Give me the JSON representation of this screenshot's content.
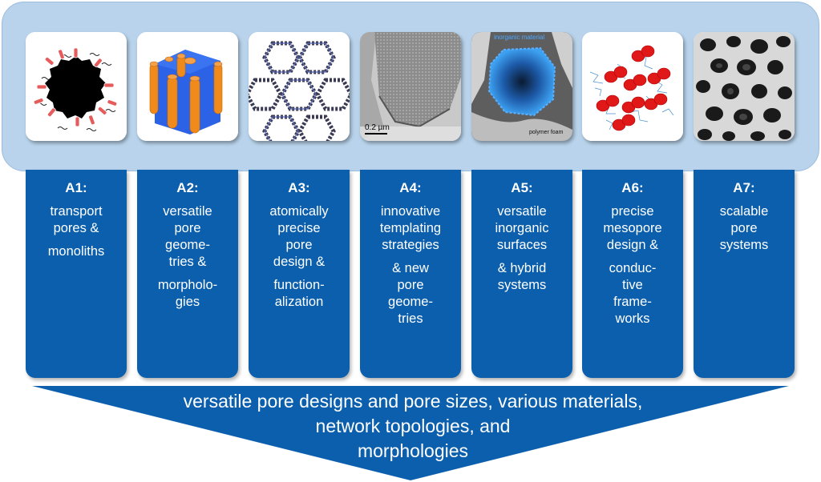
{
  "columns": [
    {
      "id": "A1:",
      "lines": [
        "transport",
        "pores &"
      ],
      "lines2": [
        "monoliths"
      ]
    },
    {
      "id": "A2:",
      "lines": [
        "versatile",
        "pore",
        "geome-",
        "tries &"
      ],
      "lines2": [
        "morpholo-",
        "gies"
      ]
    },
    {
      "id": "A3:",
      "lines": [
        "atomically",
        "precise",
        "pore",
        "design &"
      ],
      "lines2": [
        "function-",
        "alization"
      ]
    },
    {
      "id": "A4:",
      "lines": [
        "innovative",
        "templating",
        "strategies"
      ],
      "lines2": [
        "& new",
        "pore",
        "geome-",
        "tries"
      ]
    },
    {
      "id": "A5:",
      "lines": [
        "versatile",
        "inorganic",
        "surfaces"
      ],
      "lines2": [
        "& hybrid",
        "systems"
      ]
    },
    {
      "id": "A6:",
      "lines": [
        "precise",
        "mesopore",
        "design &"
      ],
      "lines2": [
        "conduc-",
        "tive",
        "frame-",
        "works"
      ]
    },
    {
      "id": "A7:",
      "lines": [
        "scalable",
        "pore",
        "systems"
      ],
      "lines2": []
    }
  ],
  "thumbnails": {
    "a4_scale_label": "0.2 µm",
    "a5_top_label": "inorganic material",
    "a5_bottom_label": "polymer foam"
  },
  "summary": {
    "line1": "versatile pore designs and pore sizes, various materials,",
    "line2": "network topologies, and",
    "line3": "morphologies"
  },
  "colors": {
    "banner": "#b8d3eb",
    "column": "#0b5fad",
    "arrow": "#0b5fad",
    "text": "#ffffff"
  }
}
